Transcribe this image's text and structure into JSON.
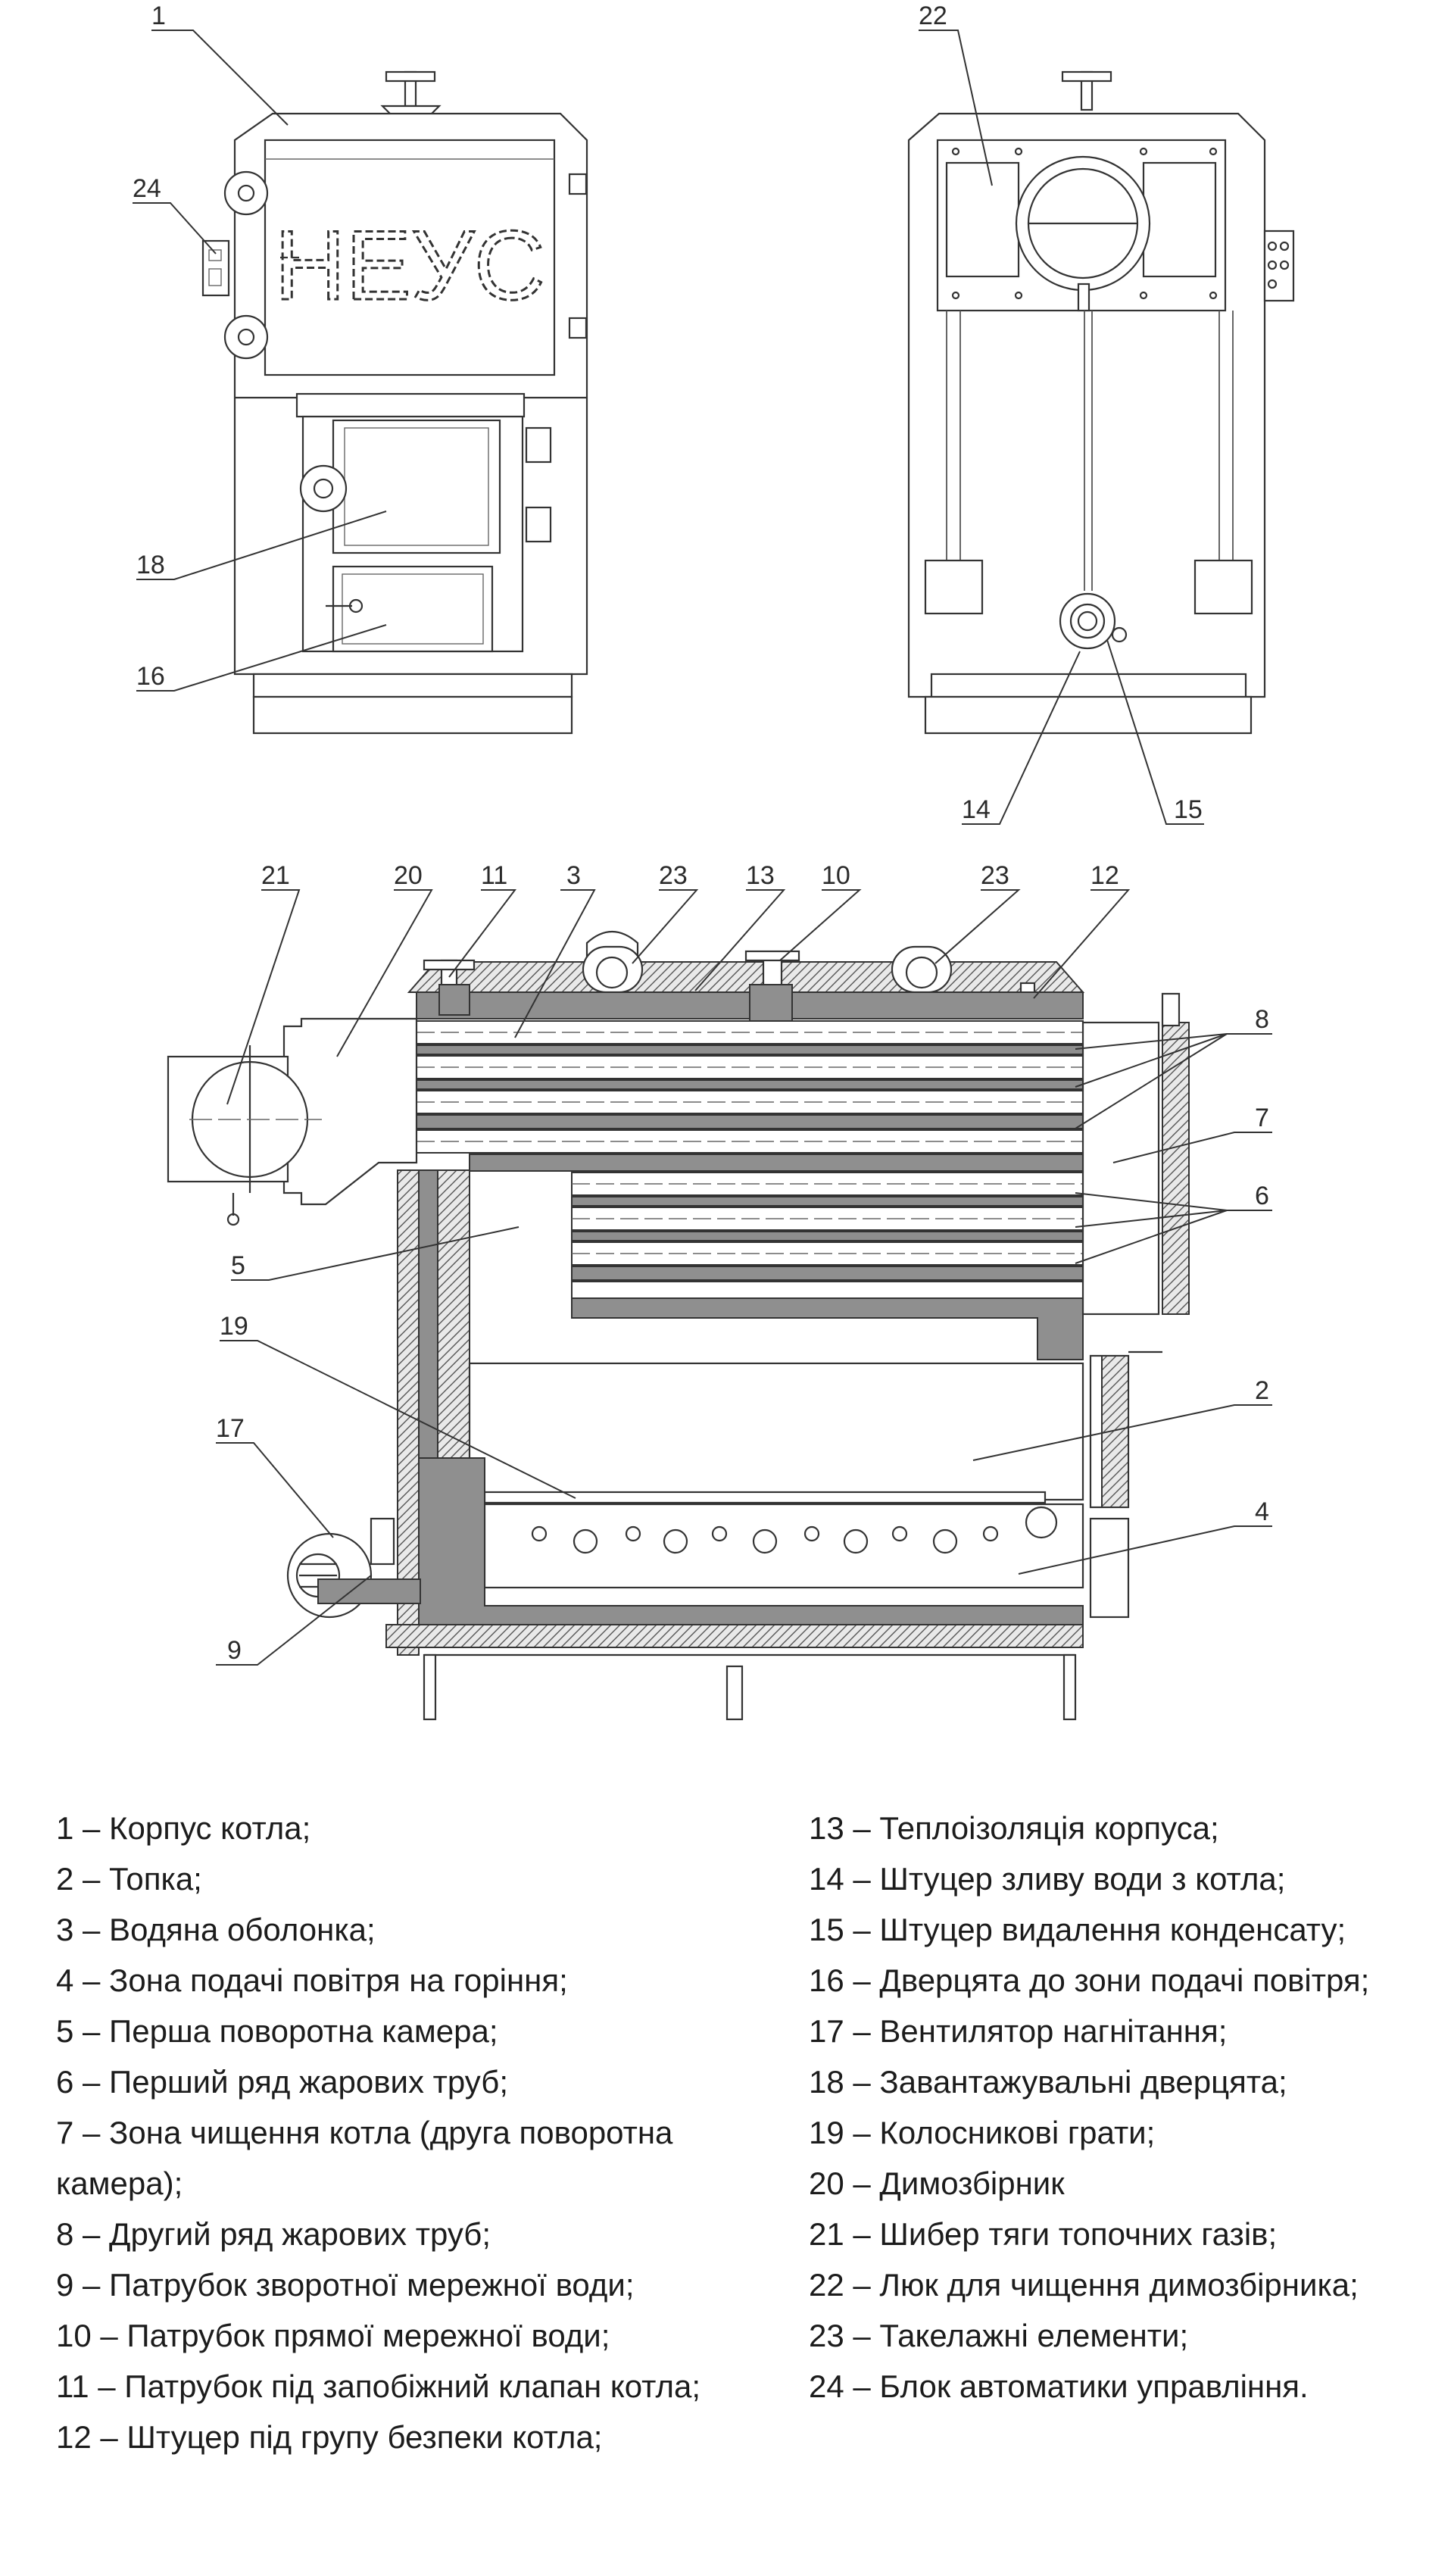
{
  "callouts": {
    "c1": "1",
    "c2": "2",
    "c3": "3",
    "c4": "4",
    "c5": "5",
    "c6": "6",
    "c7": "7",
    "c8": "8",
    "c9": "9",
    "c10": "10",
    "c11": "11",
    "c12": "12",
    "c13": "13",
    "c14": "14",
    "c15": "15",
    "c16": "16",
    "c17": "17",
    "c18": "18",
    "c19": "19",
    "c20": "20",
    "c21": "21",
    "c22": "22",
    "c23": "23",
    "c24": "24"
  },
  "logo_text": "НЕУС",
  "legend": {
    "left": [
      "1 – Корпус котла;",
      "2 – Топка;",
      "3 – Водяна оболонка;",
      "4 – Зона подачі повітря на горіння;",
      "5 – Перша поворотна камера;",
      "6 – Перший ряд жарових труб;",
      "7 – Зона чищення котла (друга поворотна камера);",
      "8 – Другий ряд жарових труб;",
      "9 – Патрубок зворотної мережної води;",
      "10 – Патрубок прямої мережної води;",
      "11 – Патрубок під запобіжний клапан котла;",
      "12 – Штуцер під групу безпеки котла;"
    ],
    "right": [
      "13 – Теплоізоляція корпуса;",
      "14 – Штуцер зливу води з котла;",
      "15 – Штуцер видалення конденсату;",
      "16 – Дверцята до зони подачі повітря;",
      "17 – Вентилятор нагнітання;",
      "18 – Завантажувальні дверцята;",
      "19 – Колосникові грати;",
      "20 – Димозбірник",
      "21 – Шибер тяги топочних газів;",
      "22 – Люк для чищення димозбірника;",
      "23 – Такелажні елементи;",
      "24 – Блок автоматики управління."
    ]
  }
}
